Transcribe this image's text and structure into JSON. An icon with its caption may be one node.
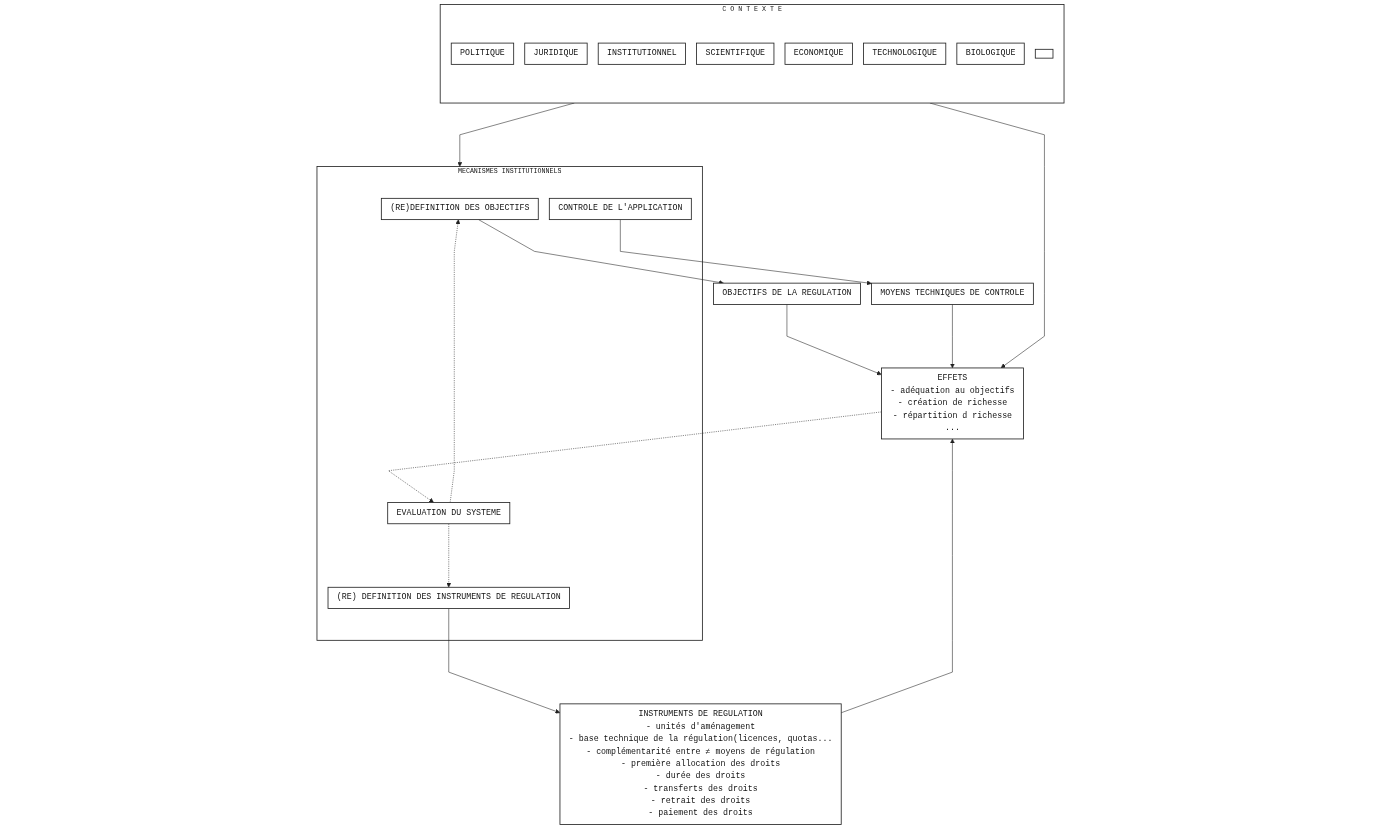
{
  "diagram": {
    "nodes": [
      {
        "text": [
          "C O N T E X T E"
        ]
      },
      {
        "text": [
          "POLITIQUE"
        ],
        "in": 0
      },
      {
        "text": [
          "JURIDIQUE"
        ],
        "in": 0
      },
      {
        "text": [
          "INSTITUTIONNEL"
        ],
        "in": 0
      },
      {
        "text": [
          "SCIENTIFIQUE"
        ],
        "in": 0
      },
      {
        "text": [
          "ECONOMIQUE"
        ],
        "in": 0
      },
      {
        "text": [
          "TECHNOLOGIQUE"
        ],
        "in": 0
      },
      {
        "text": [
          "BIOLOGIQUE"
        ],
        "in": 0
      },
      {
        "text": [],
        "shape": "box",
        "in": 0
      },
      {
        "text": [
          "MECANISMES INSTITUTIONNELS"
        ]
      },
      {
        "text": [
          "(RE)DEFINITION DES OBJECTIFS"
        ],
        "in": 9
      },
      {
        "text": [
          "(RE) DEFINITION DES INSTRUMENTS DE REGULATION"
        ],
        "in": 9
      },
      {
        "text": [
          "CONTROLE DE L'APPLICATION"
        ],
        "in": 9
      },
      {
        "text": [
          "EVALUATION DU SYSTEME"
        ],
        "in": 9
      },
      {
        "text": [
          "OBJECTIFS DE LA REGULATION"
        ]
      },
      {
        "text": [
          "INSTRUMENTS DE REGULATION",
          "- unités d'aménagement",
          "- base technique de la régulation(licences, quotas...",
          "- complémentarité entre ≠ moyens de régulation",
          "- première allocation des droits",
          "- durée des droits",
          "- transferts des droits",
          "- retrait des droits",
          "- paiement des droits"
        ]
      },
      {
        "text": [
          "MOYENS TECHNIQUES DE CONTROLE"
        ]
      },
      {
        "text": [
          "EFFETS",
          "- adéquation au objectifs",
          "- création de richesse",
          "- répartition d richesse",
          "..."
        ]
      }
    ],
    "edges": [
      {
        "from": 0,
        "to": 9,
        "arrow": "to"
      },
      {
        "from": 0,
        "to": 17,
        "arrow": "to"
      },
      {
        "from": 10,
        "to": 14,
        "arrow": "to"
      },
      {
        "from": 11,
        "to": 15,
        "arrow": "to"
      },
      {
        "from": 12,
        "to": 16,
        "arrow": "to"
      },
      {
        "from": 14,
        "to": 17,
        "arrow": "to"
      },
      {
        "from": 15,
        "to": 17,
        "arrow": "to"
      },
      {
        "from": 16,
        "to": 17,
        "arrow": "to"
      },
      {
        "from": 17,
        "to": 13,
        "arrow": "to",
        "style": "dashed"
      },
      {
        "from": 13,
        "to": 10,
        "arrow": "to",
        "style": "dashed"
      },
      {
        "from": 13,
        "to": 11,
        "arrow": "to",
        "style": "dashed"
      }
    ]
  }
}
